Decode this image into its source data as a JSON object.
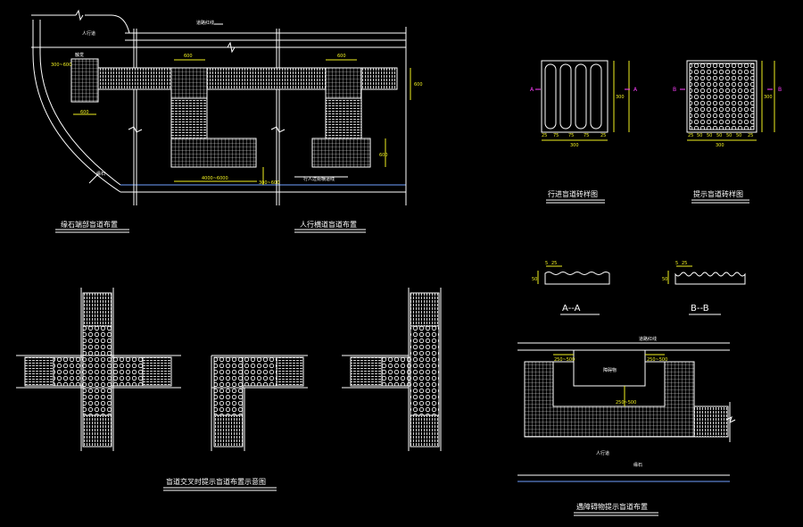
{
  "colors": {
    "background": "#000000",
    "line": "#ffffff",
    "dimension": "#f0f020",
    "section_mark": "#ff40ff",
    "curb_blue": "#6fa0ff"
  },
  "panel1": {
    "title_left": "缘石端部盲道布置",
    "title_right": "人行横道盲道布置",
    "label_road_top": "道路红线",
    "label_sidewalk": "人行道",
    "label_tactile": "触觉",
    "label_curb": "缘石",
    "label_crossing_note": "行人过街横道线",
    "dim_600_a": "600",
    "dim_600_b": "600",
    "dim_600_c": "600",
    "dim_300_600": "300~600",
    "dim_600_vert": "600",
    "dim_4000": "4000~6000",
    "dim_300_vert": "300~600",
    "dim_600_right": "600",
    "dim_600_left": "600"
  },
  "panel2": {
    "title_guide": "行进盲道砖样图",
    "title_warn": "提示盲道砖样图",
    "dim_300_a": "300",
    "dim_300_b": "300",
    "dim_300_c": "300",
    "dim_300_d": "300",
    "dim_guide_bottom": [
      "25",
      "75",
      "75",
      "75",
      "25"
    ],
    "dim_warn_bottom": [
      "25",
      "50",
      "50",
      "50",
      "50",
      "50",
      "25"
    ],
    "mark_a": "A",
    "mark_b": "B"
  },
  "panel3": {
    "section_a": "A--A",
    "section_b": "B--B",
    "dim_a_top": "5",
    "dim_a_mid": "25",
    "dim_a_side": "50",
    "dim_b_top": "5",
    "dim_b_mid": "25",
    "dim_b_side": "50"
  },
  "panel4": {
    "title": "盲道交叉时提示盲道布置示意图"
  },
  "panel5": {
    "title": "遇障碍物提示盲道布置",
    "label_red_line": "道路红线",
    "label_obstacle": "障碍物",
    "label_sidewalk": "人行道",
    "label_curb": "缘石",
    "dim_250_a": "250~500",
    "dim_250_b": "250~500",
    "dim_250_c": "250~500"
  }
}
